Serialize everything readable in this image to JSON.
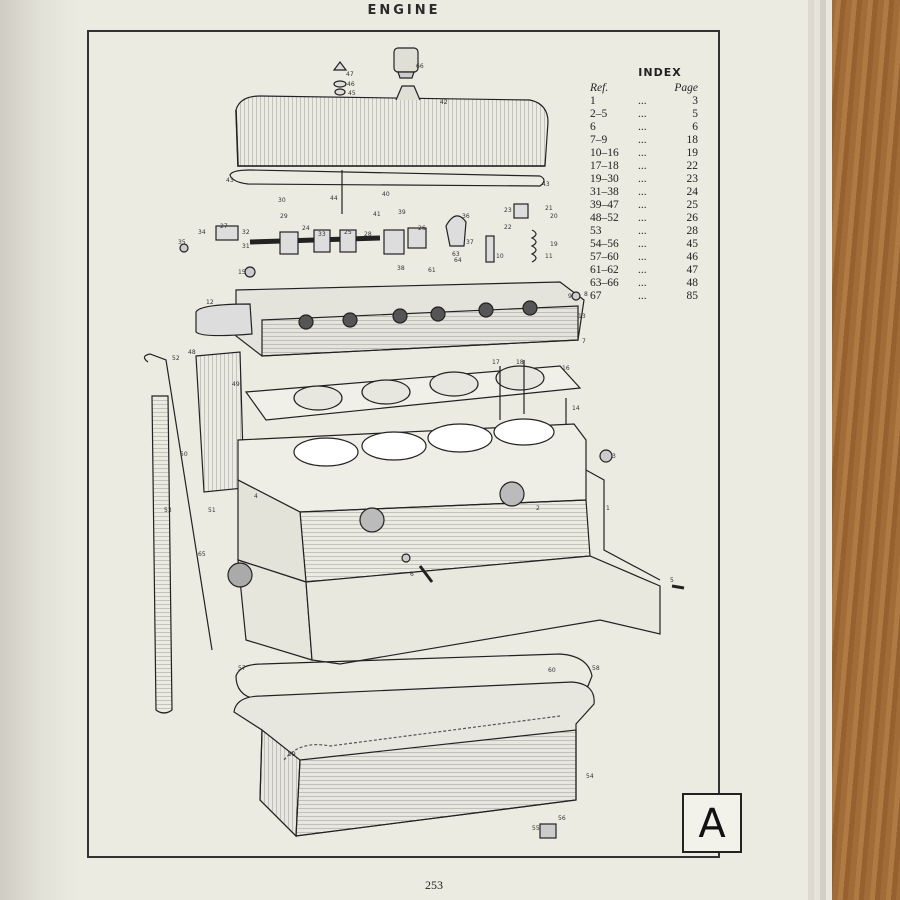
{
  "header": "ENGINE",
  "index": {
    "title": "INDEX",
    "col_ref": "Ref.",
    "col_page": "Page",
    "dots": "...",
    "rows": [
      {
        "ref": "1",
        "page": "3"
      },
      {
        "ref": "2–5",
        "page": "5"
      },
      {
        "ref": "6",
        "page": "6"
      },
      {
        "ref": "7–9",
        "page": "18"
      },
      {
        "ref": "10–16",
        "page": "19"
      },
      {
        "ref": "17–18",
        "page": "22"
      },
      {
        "ref": "19–30",
        "page": "23"
      },
      {
        "ref": "31–38",
        "page": "24"
      },
      {
        "ref": "39–47",
        "page": "25"
      },
      {
        "ref": "48–52",
        "page": "26"
      },
      {
        "ref": "53",
        "page": "28"
      },
      {
        "ref": "54–56",
        "page": "45"
      },
      {
        "ref": "57–60",
        "page": "46"
      },
      {
        "ref": "61–62",
        "page": "47"
      },
      {
        "ref": "63–66",
        "page": "48"
      },
      {
        "ref": "67",
        "page": "85"
      }
    ]
  },
  "callouts": {
    "c47": "47",
    "c46": "46",
    "c45": "45",
    "c66": "66",
    "c42": "42",
    "c43a": "43",
    "c43b": "43",
    "c44": "44",
    "c30": "30",
    "c29": "29",
    "c40": "40",
    "c41": "41",
    "c39": "39",
    "c23": "23",
    "c21": "21",
    "c20": "20",
    "c22": "22",
    "c19": "19",
    "c27": "27",
    "c34": "34",
    "c35": "35",
    "c32": "32",
    "c31": "31",
    "c24": "24",
    "c33": "33",
    "c25": "25",
    "c28": "28",
    "c26": "26",
    "c36": "36",
    "c37": "37",
    "c38": "38",
    "c63": "63",
    "c64": "64",
    "c61": "61",
    "c10": "10",
    "c11": "11",
    "c15": "15",
    "c12": "12",
    "c9": "9",
    "c8": "8",
    "c13": "13",
    "c14": "14",
    "c7": "7",
    "c52": "52",
    "c48": "48",
    "c16": "16",
    "c18": "18",
    "c17": "17",
    "c49": "49",
    "c50": "50",
    "c3": "3",
    "c4": "4",
    "c2": "2",
    "c1": "1",
    "c51": "51",
    "c53": "53",
    "c65": "65",
    "c6": "6",
    "c5": "5",
    "c57": "57",
    "c60": "60",
    "c58": "58",
    "c59": "59",
    "c54": "54",
    "c55": "55",
    "c56": "56"
  },
  "section_letter": "A",
  "page_number": "253"
}
